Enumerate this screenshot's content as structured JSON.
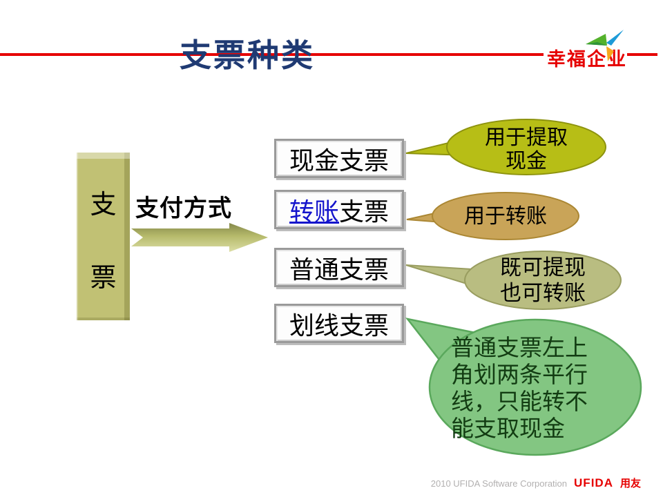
{
  "header": {
    "title": "支票种类",
    "logo_text": "幸福企业"
  },
  "diagram": {
    "root_chars": {
      "first": "支",
      "second": "票"
    },
    "arrow_label": "支付方式",
    "boxes": {
      "cash": "现金支票",
      "transfer_link": "转账",
      "transfer_rest": "支票",
      "ordinary": "普通支票",
      "crossed": "划线支票"
    },
    "callouts": {
      "cash": {
        "line1": "用于提取",
        "line2": "现金",
        "fill": "#b7be16"
      },
      "transfer": {
        "line1": "用于转账",
        "fill": "#c9a458"
      },
      "ordinary": {
        "line1": "既可提现",
        "line2": "也可转账",
        "fill": "#b9bd81"
      },
      "crossed": {
        "line1": "普通支票左上",
        "line2": "角划两条平行",
        "line3": "线，只能转不",
        "line4": "能支取现金",
        "fill": "#83c682"
      }
    }
  },
  "footer": {
    "copyright": "2010 UFIDA Software Corporation",
    "brand_en": "UFIDA",
    "brand_cn": "用友"
  },
  "colors": {
    "title_navy": "#1f3a73",
    "accent_red": "#e60000",
    "link_blue": "#1414cc",
    "root_box_olive": "#c1c174",
    "arrow_olive": "#b6ba6b",
    "crossed_text_green": "#123c12"
  }
}
